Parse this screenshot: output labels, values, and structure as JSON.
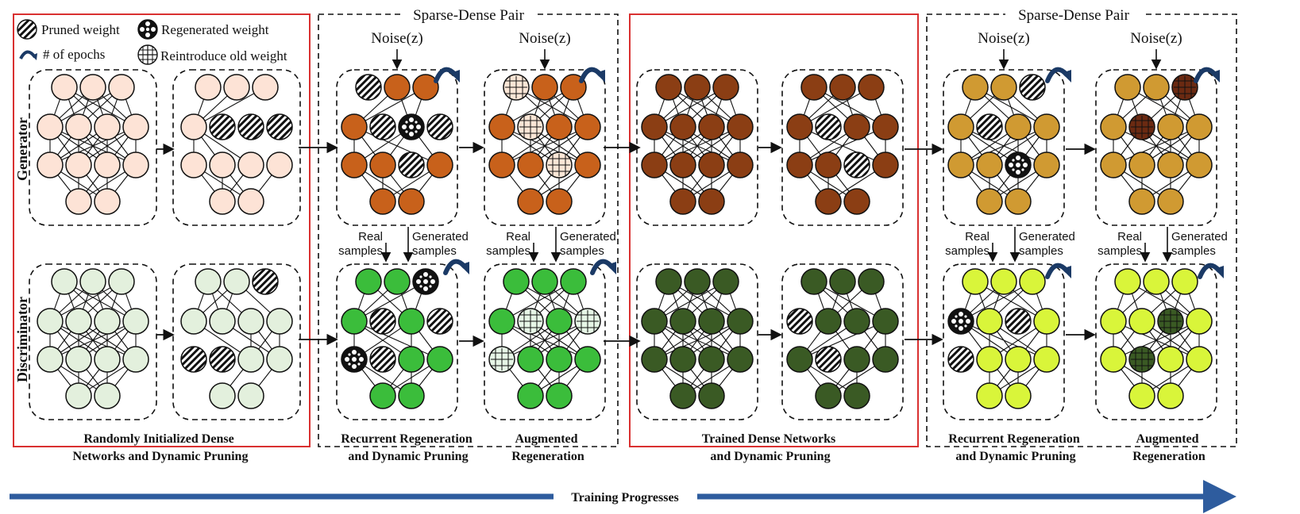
{
  "legend": {
    "pruned": "Pruned weight",
    "regenerated": "Regenerated weight",
    "epochs": "# of epochs",
    "reintroduce": "Reintroduce old weight"
  },
  "row_labels": {
    "generator": "Generator",
    "discriminator": "Discriminator"
  },
  "pair_title": "Sparse-Dense Pair",
  "noise_label": "Noise(z)",
  "real_samples": [
    "Real",
    "samples"
  ],
  "generated_samples": [
    "Generated",
    "samples"
  ],
  "captions": {
    "c1": [
      "Randomly Initialized Dense",
      "Networks and Dynamic Pruning"
    ],
    "c2": [
      "Recurrent Regeneration",
      "and Dynamic Pruning"
    ],
    "c3": [
      "Augmented",
      "Regeneration"
    ],
    "c4": [
      "Trained Dense Networks",
      "and Dynamic Pruning"
    ],
    "c5": [
      "Recurrent Regeneration",
      "and Dynamic Pruning"
    ],
    "c6": [
      "Augmented",
      "Regeneration"
    ]
  },
  "progress_label": "Training Progresses",
  "colors": {
    "red_frame": "#d93030",
    "arrow_blue": "#2e5c9e",
    "epoch_icon": "#1b3a66",
    "gen_init": "#fde3d6",
    "gen_stage2": "#c8611b",
    "gen_trained": "#8b3e14",
    "gen_stage5": "#d09a32",
    "disc_init": "#e3f0dd",
    "disc_stage2": "#3bbd3b",
    "disc_trained": "#3a5a24",
    "disc_stage5": "#d9f53a"
  }
}
